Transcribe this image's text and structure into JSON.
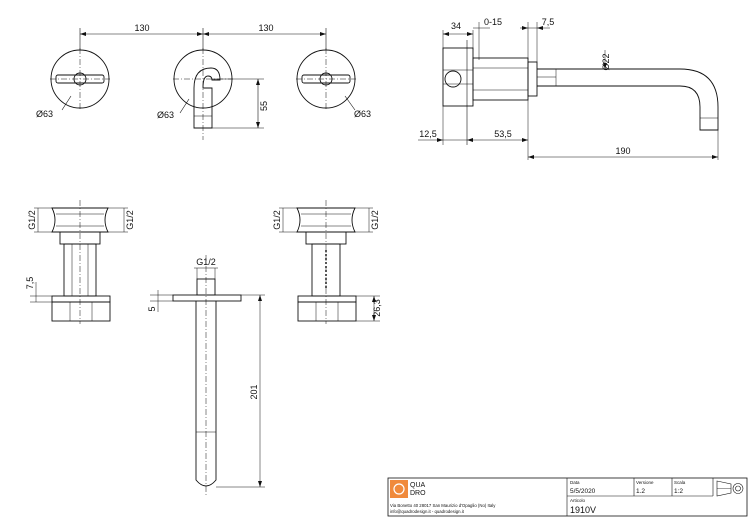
{
  "dims": {
    "spacing_left": "130",
    "spacing_right": "130",
    "dia_left": "Ø63",
    "dia_center": "Ø63",
    "dia_right": "Ø63",
    "height_55": "55",
    "d34": "34",
    "d0_15": "0-15",
    "d7_5_top": "7,5",
    "dia_22": "Ø22",
    "d12_5": "12,5",
    "d53_5": "53,5",
    "d190": "190",
    "thread_left_a": "G1/2",
    "thread_left_b": "G1/2",
    "thread_right_a": "G1/2",
    "thread_right_b": "G1/2",
    "thread_spout": "G1/2",
    "d7_5_side": "7,5",
    "d5": "5",
    "d201": "201",
    "d26_3": "26,3"
  },
  "title_block": {
    "logo_line1": "QUA",
    "logo_line2": "DRO",
    "address": "Via Bonetto 40 28017 San Maurizio d'Opaglio (No) Italy",
    "contact": "info@quadrodesign.it - quadrodesign.it",
    "data_label": "Data",
    "data_value": "5/5/2020",
    "version_label": "Versione",
    "version_value": "1.2",
    "scale_label": "Scala",
    "scale_value": "1:2",
    "article_label": "Articolo",
    "article_value": "1910V"
  },
  "colors": {
    "line": "#111111",
    "logo": "#f08a3c"
  }
}
